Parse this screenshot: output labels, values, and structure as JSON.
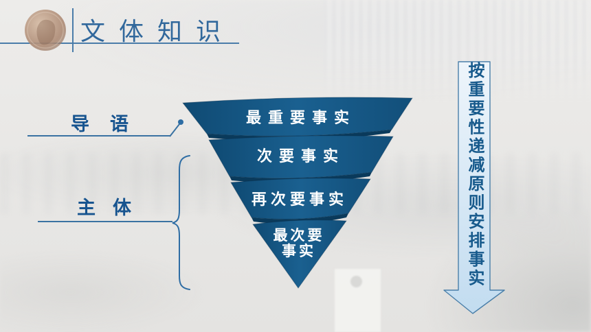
{
  "header": {
    "title": "文体知识"
  },
  "annotations": {
    "lead_label": "导语",
    "body_label": "主体"
  },
  "funnel": {
    "type": "inverted-pyramid",
    "levels": [
      {
        "label": "最重要事实"
      },
      {
        "label": "次要事实"
      },
      {
        "label": "再次要事实"
      },
      {
        "label": "最次要事实",
        "lines": [
          "最次要",
          "事实"
        ]
      }
    ]
  },
  "side_note": {
    "text": "按重要性递减原则安排事实"
  },
  "colors": {
    "funnel_blue": "#165984",
    "funnel_dark_band": "#0a3a5b",
    "accent_line_blue": "#3a72a2",
    "label_text_blue": "#17548f",
    "title_blue": "#31689c",
    "arrow_fill": "#d3e5f4",
    "arrow_border": "#4a7fa9",
    "funnel_text": "#ffffff",
    "background": "#e8e7e5"
  }
}
